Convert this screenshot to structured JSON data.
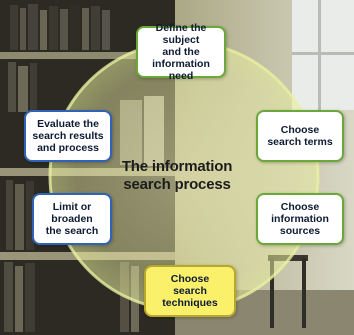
{
  "diagram": {
    "center_line1": "The information",
    "center_line2": "search process",
    "steps": [
      {
        "line1": "Define the subject",
        "line2": "and the",
        "line3": "information need",
        "color": "#6ba83a"
      },
      {
        "line1": "Choose",
        "line2": "search terms",
        "color": "#6ba83a"
      },
      {
        "line1": "Choose",
        "line2": "information",
        "line3": "sources",
        "color": "#6ba83a"
      },
      {
        "line1": "Choose",
        "line2": "search",
        "line3": "techniques",
        "color": "#fbf06a"
      },
      {
        "line1": "Limit or",
        "line2": "broaden",
        "line3": "the search",
        "color": "#2f63b8"
      },
      {
        "line1": "Evaluate the",
        "line2": "search results",
        "line3": "and process",
        "color": "#2f63b8"
      }
    ]
  }
}
